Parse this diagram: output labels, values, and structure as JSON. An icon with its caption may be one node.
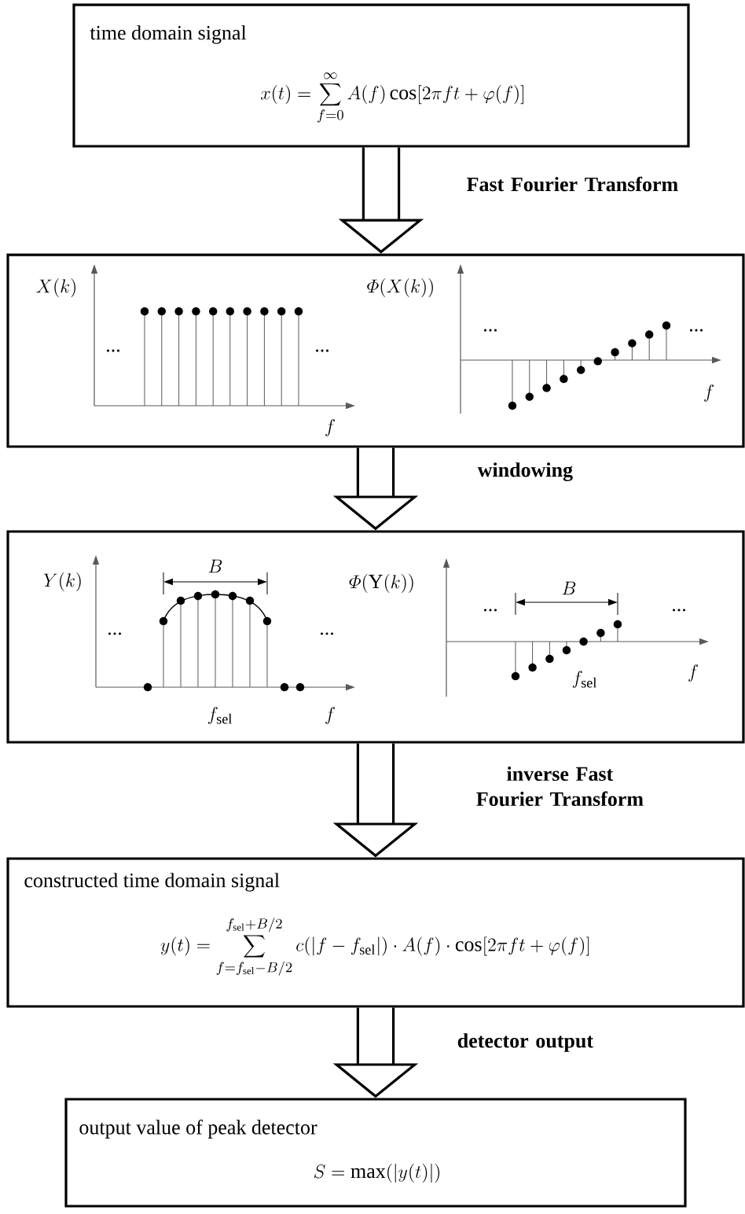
{
  "diagram": {
    "nodes": [
      {
        "text": [
          "time domain signal",
          "x(t)=\\sum_{f=0}^{\\infty}A(f)\\cos[2\\pi ft+\\varphi(f)]"
        ]
      },
      {
        "text": [],
        "shape": "box"
      },
      {
        "text": [],
        "shape": "box"
      },
      {
        "text": [
          "constructed time domain signal",
          "y(t)=\\sum_{f=f_{\\mathrm{sel}}-B/2}^{f_{\\mathrm{sel}}+B/2}c(|f-f_{\\mathrm{sel}}|)\\cdot A(f)\\cdot\\cos[2\\pi ft+\\varphi(f)]"
        ]
      },
      {
        "text": [
          "output value of peak detector",
          "S=\\max(|y(t)|)"
        ]
      }
    ],
    "edges": [
      {
        "from": 0,
        "to": 1,
        "arrow": "to",
        "label": "Fast Fourier Transform"
      },
      {
        "from": 1,
        "to": 2,
        "arrow": "to",
        "label": "windowing"
      },
      {
        "from": 2,
        "to": 3,
        "arrow": "to",
        "label": "inverse Fast Fourier Transform"
      },
      {
        "from": 3,
        "to": 4,
        "arrow": "to",
        "label": "detector output"
      }
    ],
    "labels": [
      "X(k)",
      "\\mathnormal{\\Phi}(X(k))",
      "...",
      "...",
      "...",
      "...",
      "f",
      "f",
      "Y(k)",
      "B",
      "...",
      "...",
      "f_{\\mathrm{sel}}",
      "f",
      "\\mathnormal{\\Phi}(\\mathrm{Y}(k))",
      "B",
      "...",
      "...",
      "f_{\\mathrm{sel}}",
      "f"
    ]
  }
}
